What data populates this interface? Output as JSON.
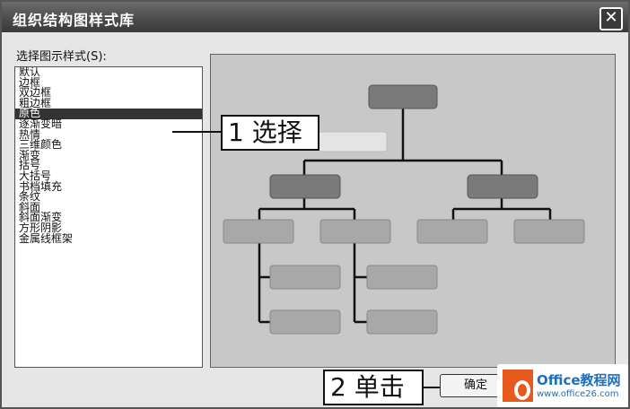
{
  "window": {
    "title": "组织结构图样式库",
    "close_symbol": "✕"
  },
  "list": {
    "label": "选择图示样式(S):",
    "items": [
      {
        "label": "默认"
      },
      {
        "label": "边框"
      },
      {
        "label": "双边框"
      },
      {
        "label": "粗边框"
      },
      {
        "label": "原色",
        "selected": true
      },
      {
        "label": "逐渐变暗"
      },
      {
        "label": "热情"
      },
      {
        "label": "三维颜色"
      },
      {
        "label": "渐变"
      },
      {
        "label": "括号"
      },
      {
        "label": "大括号"
      },
      {
        "label": "书档填充"
      },
      {
        "label": "条纹"
      },
      {
        "label": "斜面"
      },
      {
        "label": "斜面渐变"
      },
      {
        "label": "方形阴影"
      },
      {
        "label": "金属线框架"
      }
    ]
  },
  "callouts": {
    "step1": "1 选择",
    "step2": "2 单击"
  },
  "buttons": {
    "ok_label": "确定"
  },
  "watermark": {
    "brand": "Office教程网",
    "url": "www.office26.com"
  },
  "colors": {
    "titlebar": "#4a4a4a",
    "box_dark": "#7a7a7a",
    "box_light": "#a8a8a8",
    "logo_orange": "#e65a1e"
  }
}
